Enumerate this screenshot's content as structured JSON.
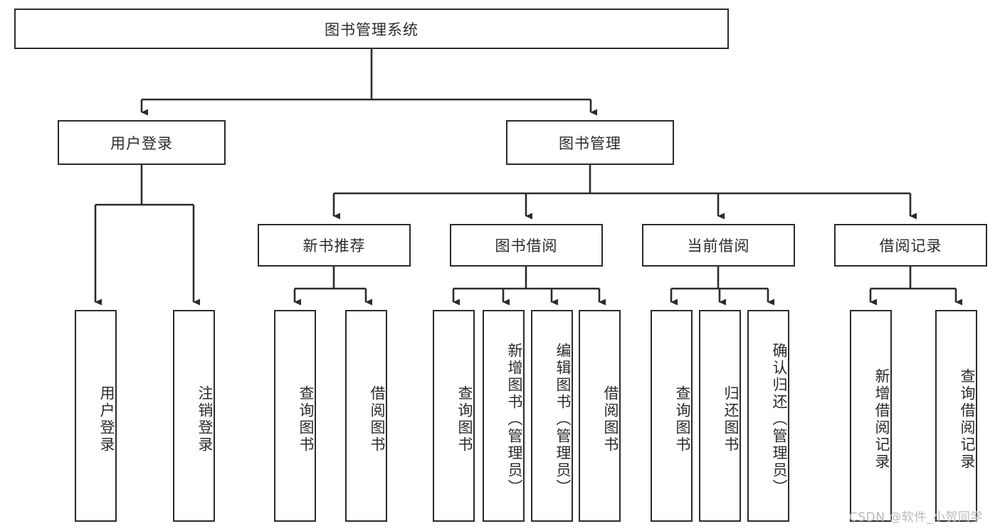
{
  "diagram": {
    "title": "图书管理系统",
    "type": "tree-hierarchy",
    "watermark": "CSDN @软件_小贺同学",
    "colors": {
      "box_border": "#2b2b2b",
      "box_fill": "#ffffff",
      "link": "#2b2b2b",
      "watermark": "#b9b9b9"
    },
    "levels": {
      "root": {
        "label": "图书管理系统"
      },
      "level2": [
        {
          "label": "用户登录"
        },
        {
          "label": "图书管理"
        }
      ],
      "level3": [
        {
          "label": "新书推荐"
        },
        {
          "label": "图书借阅"
        },
        {
          "label": "当前借阅"
        },
        {
          "label": "借阅记录"
        }
      ],
      "leaves_user_login": [
        {
          "label": "用户登录"
        },
        {
          "label": "注销登录"
        }
      ],
      "leaves_new_book": [
        {
          "label": "查询图书"
        },
        {
          "label": "借阅图书"
        }
      ],
      "leaves_borrow": [
        {
          "label": "查询图书"
        },
        {
          "label": "新增图书（管理员）"
        },
        {
          "label": "编辑图书（管理员）"
        },
        {
          "label": "借阅图书"
        }
      ],
      "leaves_current": [
        {
          "label": "查询图书"
        },
        {
          "label": "归还图书"
        },
        {
          "label": "确认归还（管理员）"
        }
      ],
      "leaves_records": [
        {
          "label": "新增借阅记录"
        },
        {
          "label": "查询借阅记录"
        }
      ]
    }
  }
}
